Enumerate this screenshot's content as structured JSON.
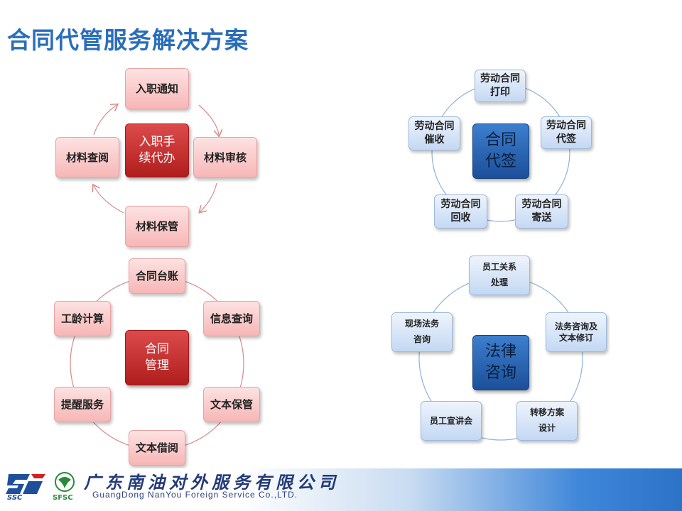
{
  "page": {
    "title": "合同代管服务解决方案"
  },
  "diagram1": {
    "center": "入职手\n续代办",
    "nodes": [
      "入职通知",
      "材料审核",
      "材料保管",
      "材料查阅"
    ]
  },
  "diagram2": {
    "center": "合同\n代签",
    "nodes": [
      "劳动合同\n打印",
      "劳动合同\n代签",
      "劳动合同\n寄送",
      "劳动合同\n回收",
      "劳动合同\n催收"
    ]
  },
  "diagram3": {
    "center": "合同\n管理",
    "nodes": [
      "合同台账",
      "信息查询",
      "文本保管",
      "文本借阅",
      "提醒服务",
      "工龄计算"
    ]
  },
  "diagram4": {
    "center": "法律\n咨询",
    "nodes": [
      "员工关系\n处理",
      "法务咨询及\n文本修订",
      "转移方案\n设计",
      "员工宣讲会",
      "现场法务\n咨询"
    ]
  },
  "footer": {
    "logo_left_text": "SSC",
    "logo_right_text": "SFSC",
    "company_cn": "广东南油对外服务有限公司",
    "company_en": "GuangDong NanYou Foreign Service Co.,LTD."
  },
  "colors": {
    "title": "#2a6ebb",
    "red_center": "#c02828",
    "blue_center": "#2a66b8",
    "arc_red": "#d98a8a",
    "arc_blue": "#8fb0de"
  }
}
